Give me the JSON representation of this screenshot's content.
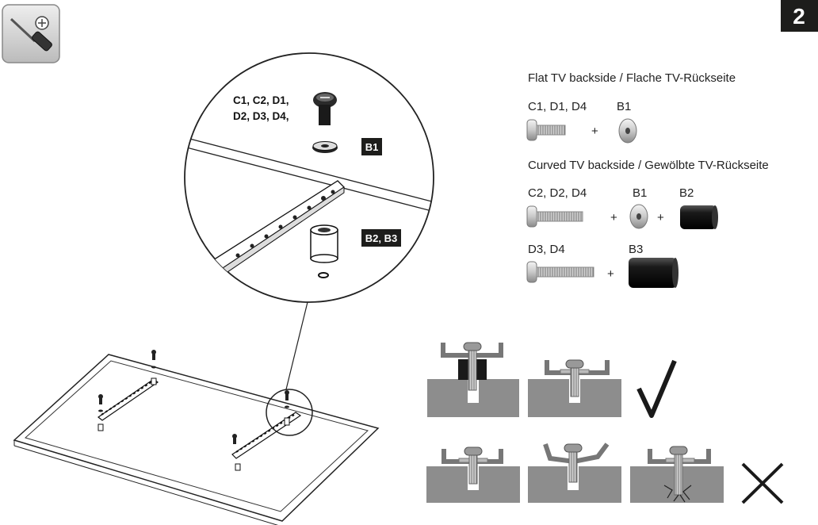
{
  "step_number": "2",
  "tool_icon": "screwdriver-icon",
  "callouts": {
    "screws": [
      "C1, C2, D1,",
      "D2, D3, D4,"
    ],
    "washer_tag": "B1",
    "spacer_tag": "B2, B3"
  },
  "legend": {
    "flat_title": "Flat TV backside / Flache TV-Rückseite",
    "flat_screw_label": "C1, D1, D4",
    "flat_washer_label": "B1",
    "curved_title": "Curved TV backside / Gewölbte TV-Rückseite",
    "curved_screw_label": "C2, D2, D4",
    "curved_washer_label": "B1",
    "curved_spacer_label": "B2",
    "long_screw_label": "D3, D4",
    "long_spacer_label": "B3",
    "plus": "+"
  },
  "status_icons": {
    "correct": "checkmark-icon",
    "incorrect": "cross-icon"
  }
}
